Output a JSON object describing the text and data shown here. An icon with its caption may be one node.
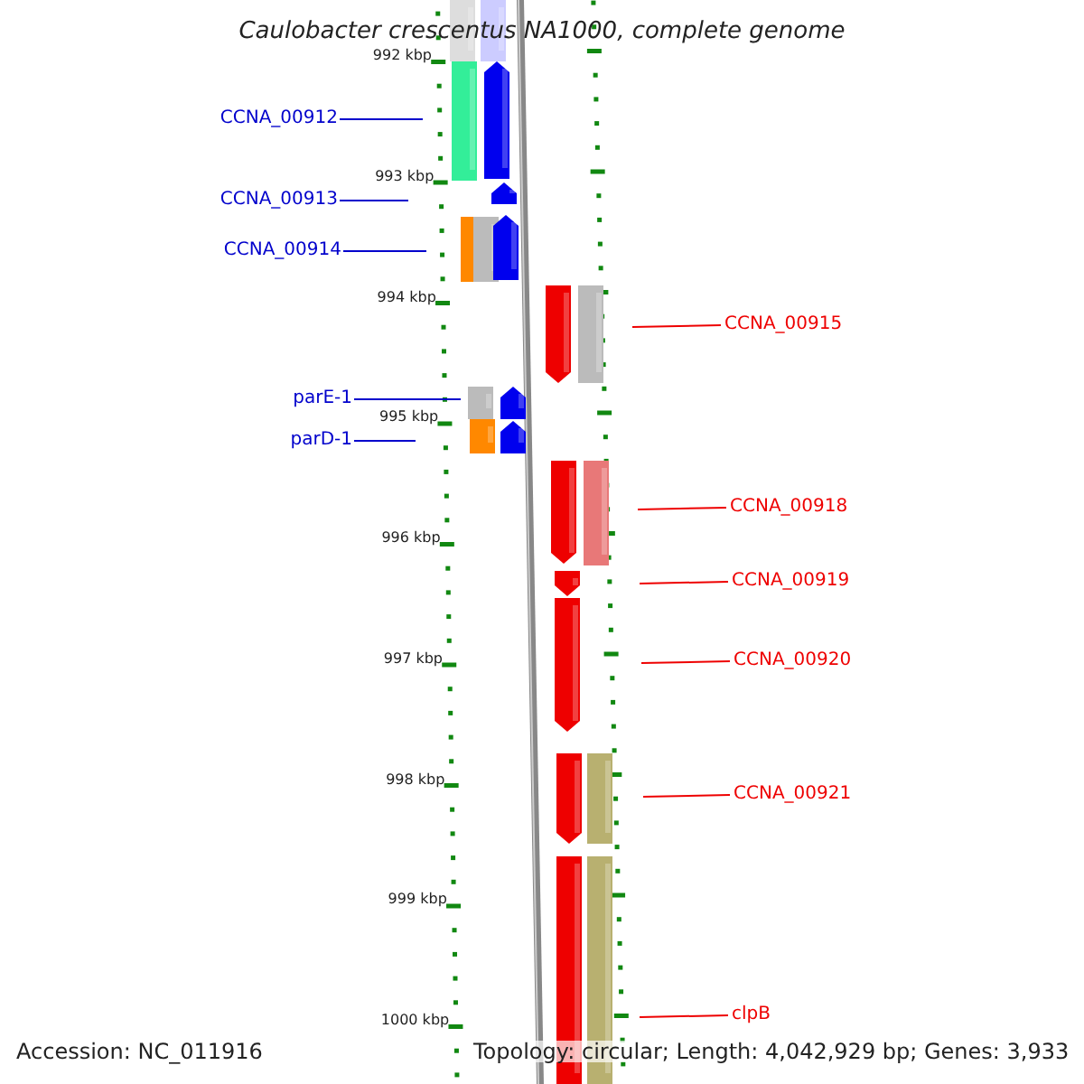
{
  "diagram": {
    "title": "Caulobacter crescentus NA1000, complete genome",
    "nodes": [
      {
        "text": [
          "CCNA_00912"
        ]
      },
      {
        "text": [
          "CCNA_00913"
        ]
      },
      {
        "text": [
          "CCNA_00914"
        ]
      },
      {
        "text": [
          "parE-1"
        ]
      },
      {
        "text": [
          "parD-1"
        ]
      },
      {
        "text": [
          "CCNA_00915"
        ]
      },
      {
        "text": [
          "CCNA_00918"
        ]
      },
      {
        "text": [
          "CCNA_00919"
        ]
      },
      {
        "text": [
          "CCNA_00920"
        ]
      },
      {
        "text": [
          "CCNA_00921"
        ]
      },
      {
        "text": [
          "clpB"
        ]
      }
    ],
    "edges": [
      {
        "from": 0,
        "to": null,
        "arrow": "none",
        "color": "#0000cc"
      },
      {
        "from": 1,
        "to": null,
        "arrow": "none",
        "color": "#0000cc"
      },
      {
        "from": 2,
        "to": null,
        "arrow": "none",
        "color": "#0000cc"
      },
      {
        "from": 3,
        "to": null,
        "arrow": "none",
        "color": "#0000cc"
      },
      {
        "from": 4,
        "to": null,
        "arrow": "none",
        "color": "#0000cc"
      },
      {
        "from": 5,
        "to": null,
        "arrow": "none"
      },
      {
        "from": 6,
        "to": null,
        "arrow": "none"
      },
      {
        "from": 7,
        "to": null,
        "arrow": "none"
      },
      {
        "from": 8,
        "to": null,
        "arrow": "none"
      },
      {
        "from": 9,
        "to": null,
        "arrow": "none"
      },
      {
        "from": 10,
        "to": null,
        "arrow": "none"
      }
    ],
    "labels": [
      "992 kbp",
      "993 kbp",
      "994 kbp",
      "995 kbp",
      "996 kbp",
      "997 kbp",
      "998 kbp",
      "999 kbp",
      "1000 kbp",
      "Accession: NC_011916",
      "Topology: circular; Length: 4,042,929 bp; Genes: 3,933"
    ]
  }
}
